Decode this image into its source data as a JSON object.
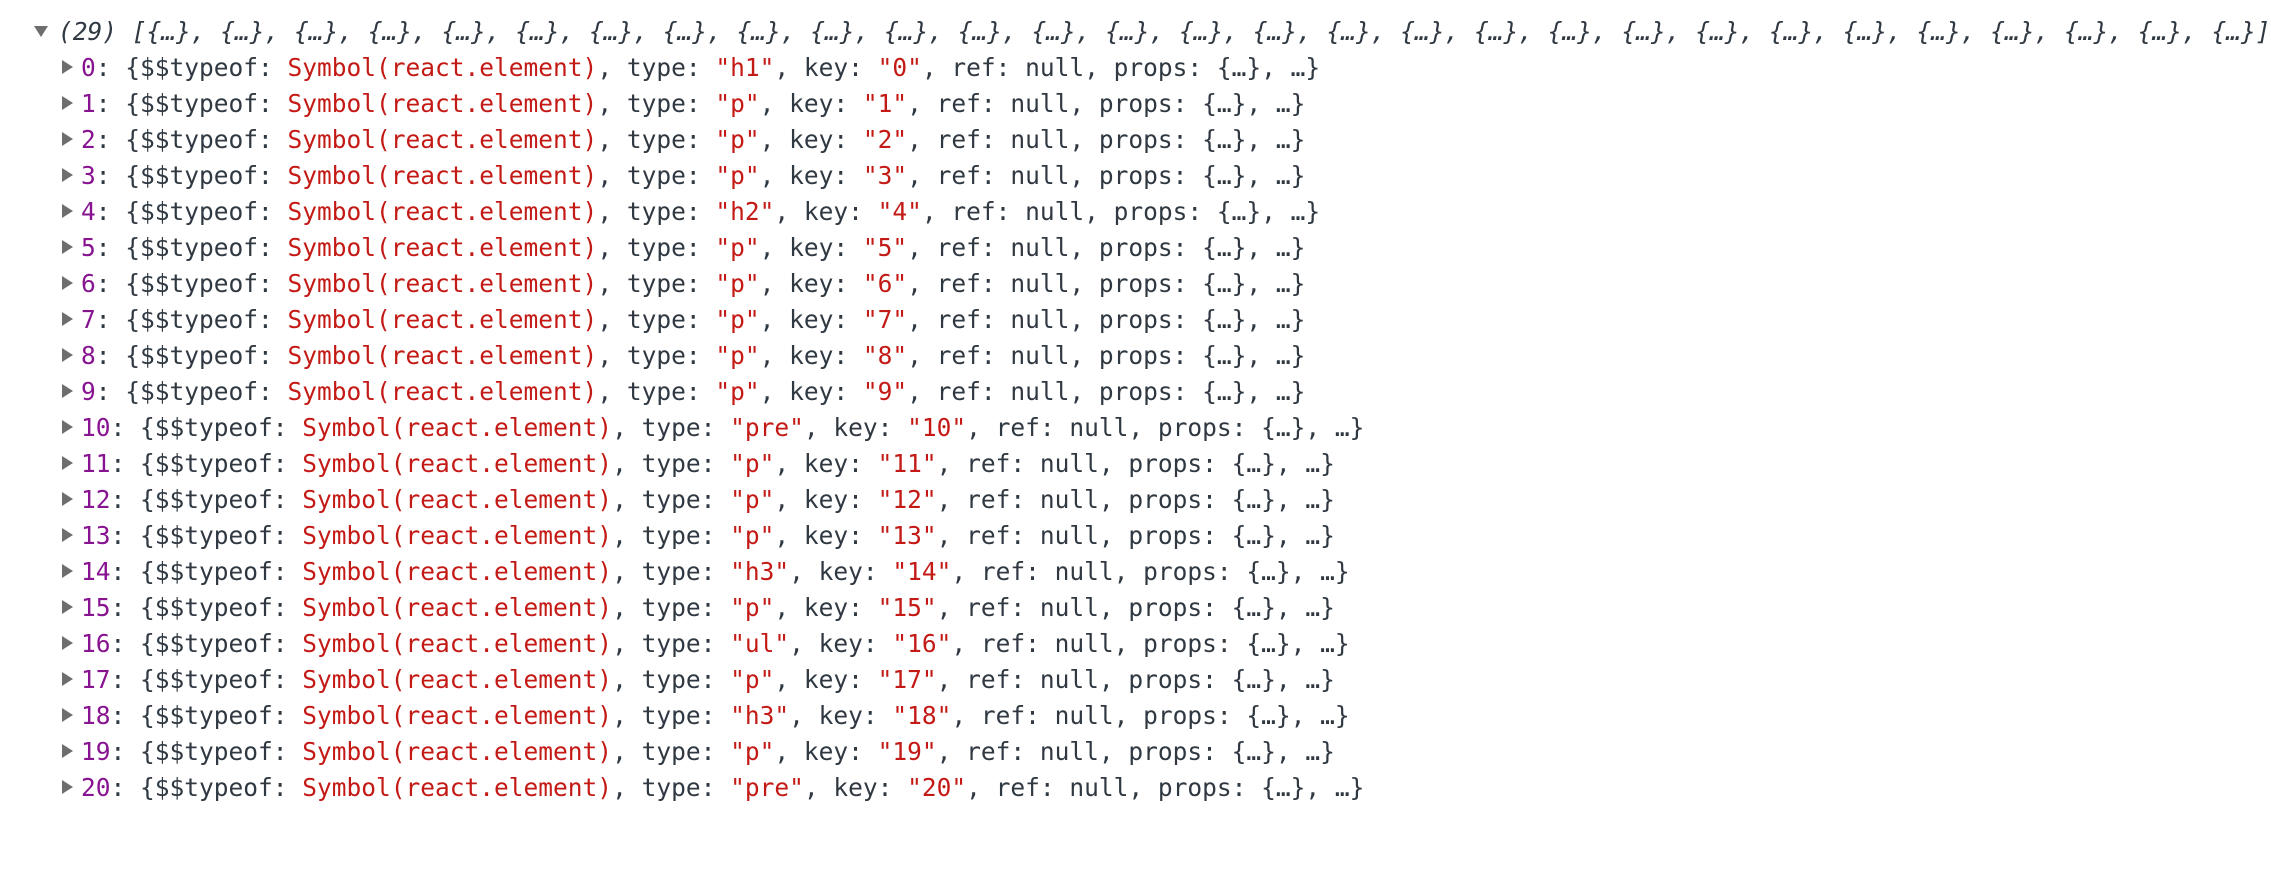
{
  "console": {
    "array_header": "(29) [{…}, {…}, {…}, {…}, {…}, {…}, {…}, {…}, {…}, {…}, {…}, {…}, {…}, {…}, {…}, {…}, {…}, {…}, {…}, {…}, {…}, {…}, {…}, {…}, {…}, {…}, {…}, {…}, {…}]",
    "items": [
      {
        "index": "0",
        "typeof_key": "{$$typeof: ",
        "symbol": "Symbol(react.element)",
        "type_key": ", type: ",
        "type": "\"h1\"",
        "key_key": ", key: ",
        "key": "\"0\"",
        "rest": ", ref: null, props: {…}, …}"
      },
      {
        "index": "1",
        "typeof_key": "{$$typeof: ",
        "symbol": "Symbol(react.element)",
        "type_key": ", type: ",
        "type": "\"p\"",
        "key_key": ", key: ",
        "key": "\"1\"",
        "rest": ", ref: null, props: {…}, …}"
      },
      {
        "index": "2",
        "typeof_key": "{$$typeof: ",
        "symbol": "Symbol(react.element)",
        "type_key": ", type: ",
        "type": "\"p\"",
        "key_key": ", key: ",
        "key": "\"2\"",
        "rest": ", ref: null, props: {…}, …}"
      },
      {
        "index": "3",
        "typeof_key": "{$$typeof: ",
        "symbol": "Symbol(react.element)",
        "type_key": ", type: ",
        "type": "\"p\"",
        "key_key": ", key: ",
        "key": "\"3\"",
        "rest": ", ref: null, props: {…}, …}"
      },
      {
        "index": "4",
        "typeof_key": "{$$typeof: ",
        "symbol": "Symbol(react.element)",
        "type_key": ", type: ",
        "type": "\"h2\"",
        "key_key": ", key: ",
        "key": "\"4\"",
        "rest": ", ref: null, props: {…}, …}"
      },
      {
        "index": "5",
        "typeof_key": "{$$typeof: ",
        "symbol": "Symbol(react.element)",
        "type_key": ", type: ",
        "type": "\"p\"",
        "key_key": ", key: ",
        "key": "\"5\"",
        "rest": ", ref: null, props: {…}, …}"
      },
      {
        "index": "6",
        "typeof_key": "{$$typeof: ",
        "symbol": "Symbol(react.element)",
        "type_key": ", type: ",
        "type": "\"p\"",
        "key_key": ", key: ",
        "key": "\"6\"",
        "rest": ", ref: null, props: {…}, …}"
      },
      {
        "index": "7",
        "typeof_key": "{$$typeof: ",
        "symbol": "Symbol(react.element)",
        "type_key": ", type: ",
        "type": "\"p\"",
        "key_key": ", key: ",
        "key": "\"7\"",
        "rest": ", ref: null, props: {…}, …}"
      },
      {
        "index": "8",
        "typeof_key": "{$$typeof: ",
        "symbol": "Symbol(react.element)",
        "type_key": ", type: ",
        "type": "\"p\"",
        "key_key": ", key: ",
        "key": "\"8\"",
        "rest": ", ref: null, props: {…}, …}"
      },
      {
        "index": "9",
        "typeof_key": "{$$typeof: ",
        "symbol": "Symbol(react.element)",
        "type_key": ", type: ",
        "type": "\"p\"",
        "key_key": ", key: ",
        "key": "\"9\"",
        "rest": ", ref: null, props: {…}, …}"
      },
      {
        "index": "10",
        "typeof_key": "{$$typeof: ",
        "symbol": "Symbol(react.element)",
        "type_key": ", type: ",
        "type": "\"pre\"",
        "key_key": ", key: ",
        "key": "\"10\"",
        "rest": ", ref: null, props: {…}, …}"
      },
      {
        "index": "11",
        "typeof_key": "{$$typeof: ",
        "symbol": "Symbol(react.element)",
        "type_key": ", type: ",
        "type": "\"p\"",
        "key_key": ", key: ",
        "key": "\"11\"",
        "rest": ", ref: null, props: {…}, …}"
      },
      {
        "index": "12",
        "typeof_key": "{$$typeof: ",
        "symbol": "Symbol(react.element)",
        "type_key": ", type: ",
        "type": "\"p\"",
        "key_key": ", key: ",
        "key": "\"12\"",
        "rest": ", ref: null, props: {…}, …}"
      },
      {
        "index": "13",
        "typeof_key": "{$$typeof: ",
        "symbol": "Symbol(react.element)",
        "type_key": ", type: ",
        "type": "\"p\"",
        "key_key": ", key: ",
        "key": "\"13\"",
        "rest": ", ref: null, props: {…}, …}"
      },
      {
        "index": "14",
        "typeof_key": "{$$typeof: ",
        "symbol": "Symbol(react.element)",
        "type_key": ", type: ",
        "type": "\"h3\"",
        "key_key": ", key: ",
        "key": "\"14\"",
        "rest": ", ref: null, props: {…}, …}"
      },
      {
        "index": "15",
        "typeof_key": "{$$typeof: ",
        "symbol": "Symbol(react.element)",
        "type_key": ", type: ",
        "type": "\"p\"",
        "key_key": ", key: ",
        "key": "\"15\"",
        "rest": ", ref: null, props: {…}, …}"
      },
      {
        "index": "16",
        "typeof_key": "{$$typeof: ",
        "symbol": "Symbol(react.element)",
        "type_key": ", type: ",
        "type": "\"ul\"",
        "key_key": ", key: ",
        "key": "\"16\"",
        "rest": ", ref: null, props: {…}, …}"
      },
      {
        "index": "17",
        "typeof_key": "{$$typeof: ",
        "symbol": "Symbol(react.element)",
        "type_key": ", type: ",
        "type": "\"p\"",
        "key_key": ", key: ",
        "key": "\"17\"",
        "rest": ", ref: null, props: {…}, …}"
      },
      {
        "index": "18",
        "typeof_key": "{$$typeof: ",
        "symbol": "Symbol(react.element)",
        "type_key": ", type: ",
        "type": "\"h3\"",
        "key_key": ", key: ",
        "key": "\"18\"",
        "rest": ", ref: null, props: {…}, …}"
      },
      {
        "index": "19",
        "typeof_key": "{$$typeof: ",
        "symbol": "Symbol(react.element)",
        "type_key": ", type: ",
        "type": "\"p\"",
        "key_key": ", key: ",
        "key": "\"19\"",
        "rest": ", ref: null, props: {…}, …}"
      },
      {
        "index": "20",
        "typeof_key": "{$$typeof: ",
        "symbol": "Symbol(react.element)",
        "type_key": ", type: ",
        "type": "\"pre\"",
        "key_key": ", key: ",
        "key": "\"20\"",
        "rest": ", ref: null, props: {…}, …}"
      }
    ]
  },
  "colors": {
    "index": "#881391",
    "string": "#c41a16",
    "text": "#303942",
    "triangle": "#6e6e6e"
  },
  "icons": {
    "collapse": "triangle-down-icon",
    "expand": "triangle-right-icon"
  }
}
